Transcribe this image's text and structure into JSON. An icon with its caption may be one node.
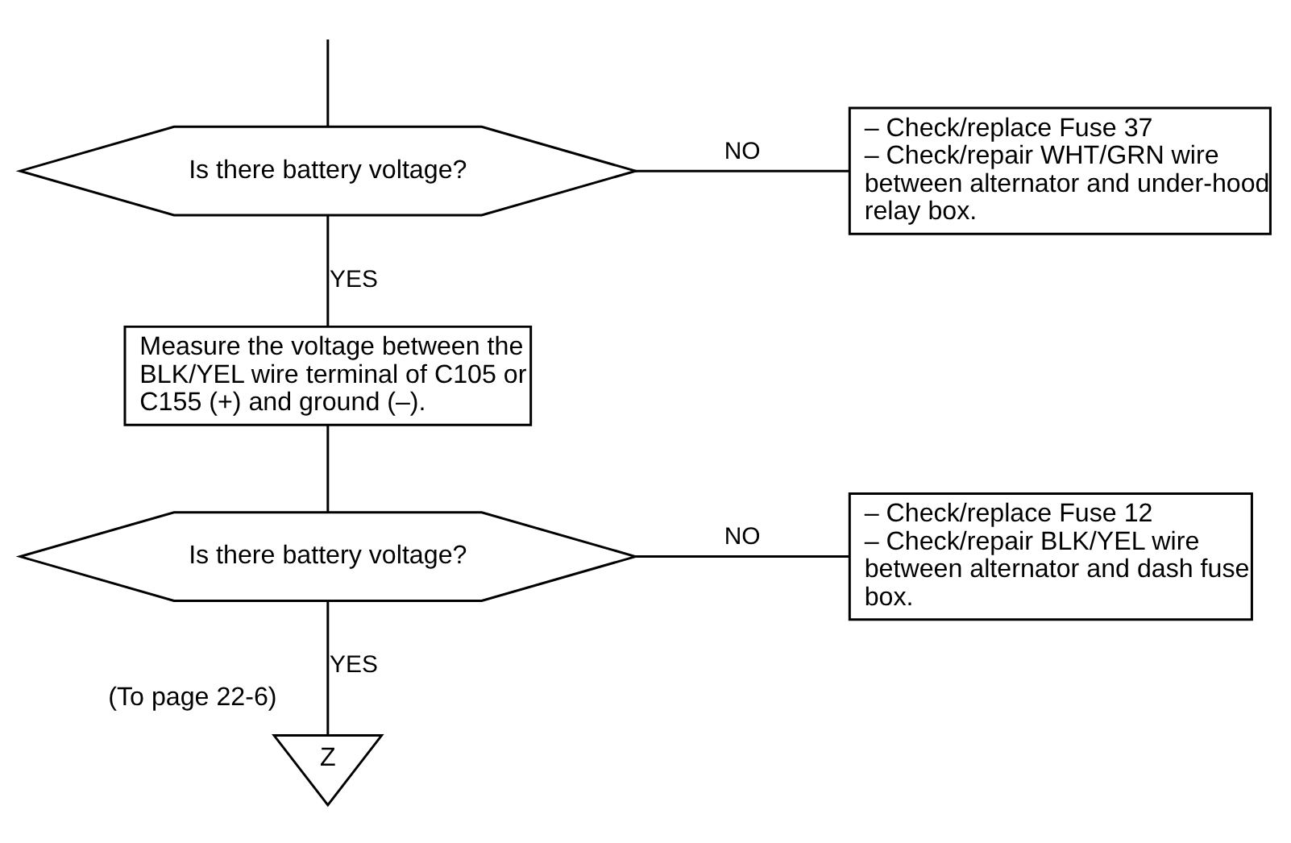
{
  "diagram": {
    "nodes": [
      {
        "text": [
          "Is there battery voltage?"
        ]
      },
      {
        "text": [
          "– Check/replace Fuse 37",
          "– Check/repair WHT/GRN wire between alternator and under-hood relay box."
        ]
      },
      {
        "text": [
          "Measure the voltage between the BLK/YEL wire terminal of C105 or C155 (+) and ground (–)."
        ]
      },
      {
        "text": [
          "Is there battery voltage?"
        ]
      },
      {
        "text": [
          "– Check/replace Fuse 12",
          "– Check/repair BLK/YEL wire between alternator and dash fuse box."
        ]
      },
      {
        "text": [
          "Z"
        ],
        "beside": [
          "(To page 22-6)"
        ]
      }
    ],
    "edges": [
      {
        "from": null,
        "to": 0,
        "arrow": "none"
      },
      {
        "from": 0,
        "to": 1,
        "arrow": "none",
        "label": "NO"
      },
      {
        "from": 0,
        "to": 2,
        "arrow": "none",
        "label": "YES"
      },
      {
        "from": 2,
        "to": 3,
        "arrow": "none"
      },
      {
        "from": 3,
        "to": 4,
        "arrow": "none",
        "label": "NO"
      },
      {
        "from": 3,
        "to": 5,
        "arrow": "none",
        "label": "YES"
      }
    ]
  }
}
